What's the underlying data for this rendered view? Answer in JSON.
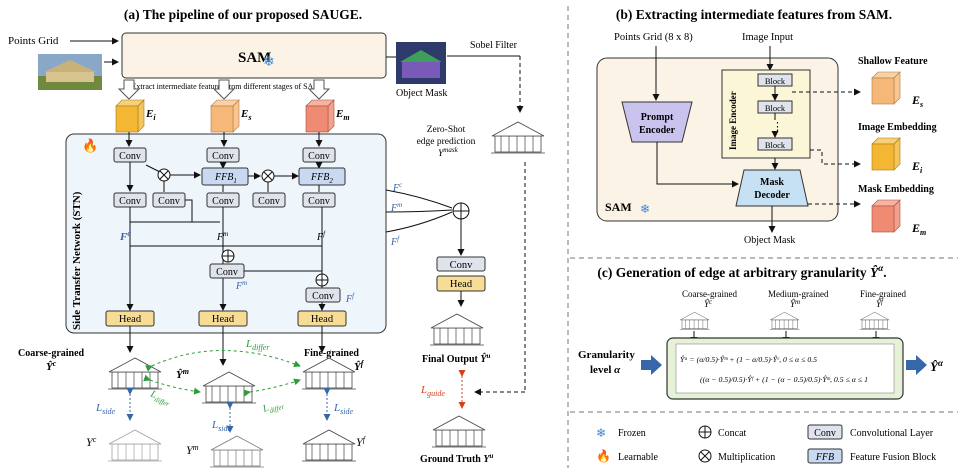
{
  "titles": {
    "a": "(a) The pipeline of our proposed SAUGE.",
    "b": "(b) Extracting intermediate features from SAM.",
    "c": "(c) Generation of edge at arbitrary granularity"
  },
  "pipeline": {
    "points_grid": "Points Grid",
    "sam_label": "SAM",
    "object_mask": "Object Mask",
    "sobel_filter": "Sobel Filter",
    "extract_note": "Extract intermediate features from different stages of SAM",
    "feature_labels": [
      "E",
      "E",
      "E"
    ],
    "feature_subs": [
      "i",
      "s",
      "m"
    ],
    "stn_label": "Side Transfer Network (STN)",
    "conv": "Conv",
    "ffb1": "FFB",
    "ffb1_sub": "1",
    "ffb2": "FFB",
    "ffb2_sub": "2",
    "head": "Head",
    "zero_shot": [
      "Zero-Shot",
      "edge prediction"
    ],
    "y_mask": "Y",
    "y_mask_sup": "mask",
    "coarse": "Coarse-grained",
    "fine": "Fine-grained",
    "final_output": "Final Output",
    "ground_truth": "Ground Truth",
    "l_side": "L",
    "l_side_sub": "side",
    "l_differ": "L",
    "l_differ_sub": "differ",
    "l_guide": "L",
    "l_guide_sub": "guide",
    "f_c": "F",
    "f_c_sup": "c",
    "f_m": "F",
    "f_m_sup": "m",
    "f_f": "F",
    "f_f_sup": "f"
  },
  "sam_panel": {
    "points_grid": "Points Grid (8 x 8)",
    "image_input": "Image Input",
    "prompt_encoder": [
      "Prompt",
      "Encoder"
    ],
    "image_encoder": "Image Encoder",
    "block": "Block",
    "dots": "⋮",
    "mask_decoder": [
      "Mask",
      "Decoder"
    ],
    "sam_label": "SAM",
    "object_mask": "Object Mask",
    "shallow_feature": "Shallow Feature",
    "image_embedding": "Image Embedding",
    "mask_embedding": "Mask Embedding"
  },
  "granularity": {
    "coarse": "Coarse-grained",
    "medium": "Medium-grained",
    "fine": "Fine-grained",
    "level": [
      "Granularity",
      "level"
    ],
    "formula_line1": "Ŷᵅ = (α/0.5)·Ŷᵐ + (1 − α/0.5)·Ŷᶜ,  0 ≤ α ≤ 0.5",
    "formula_line2": "((α − 0.5)/0.5)·Ŷᶠ + (1 − (α − 0.5)/0.5)·Ŷᵐ,  0.5 ≤ α ≤ 1"
  },
  "legend": {
    "frozen": "Frozen",
    "learnable": "Learnable",
    "concat": "Concat",
    "multiplication": "Multiplication",
    "conv_box": "Conv",
    "conv_layer": "Convolutional Layer",
    "ffb_box": "FFB",
    "ffb_label": "Feature Fusion Block"
  },
  "colors": {
    "sam_box": "#fbf3e6",
    "stn_bg": "#eef5fb",
    "conv_fill": "#dfe3ec",
    "ffb_fill": "#c9d9f2",
    "head_fill": "#f7dc95",
    "cube_yellow": "#f3b733",
    "cube_orange": "#f6b878",
    "cube_red": "#ef8a73",
    "encoder_purple": "#c9c3ee",
    "decoder_blue": "#c7e1f4",
    "formula_green": "#e5f2d8",
    "arrow_blue": "#3667a8",
    "loss_red": "#d4401c",
    "loss_green": "#2e9c3a"
  }
}
